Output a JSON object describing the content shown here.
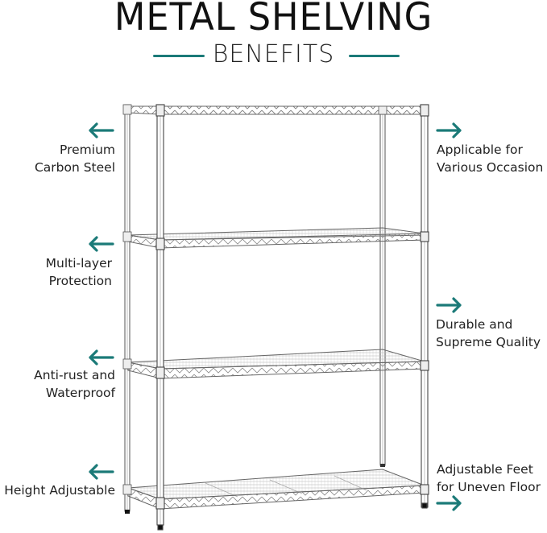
{
  "header": {
    "title": "METAL SHELVING",
    "subtitle": "BENEFITS"
  },
  "colors": {
    "accent": "#1b7a78",
    "text": "#222222",
    "metal": "#555555"
  },
  "product": {
    "name": "4-tier metal wire shelving unit",
    "tiers": 4
  },
  "callouts": {
    "left": [
      {
        "line1": "Premium",
        "line2": "Carbon Steel",
        "icon": "arrow-left-icon"
      },
      {
        "line1": "Multi-layer",
        "line2": "Protection",
        "icon": "arrow-left-icon"
      },
      {
        "line1": "Anti-rust and",
        "line2": "Waterproof",
        "icon": "arrow-left-icon"
      },
      {
        "line1": "Height Adjustable",
        "line2": "",
        "icon": "arrow-left-icon"
      }
    ],
    "right": [
      {
        "line1": "Applicable for",
        "line2": "Various Occasion",
        "icon": "arrow-right-icon"
      },
      {
        "line1": "Durable and",
        "line2": "Supreme Quality",
        "icon": "arrow-right-icon"
      },
      {
        "line1": "Adjustable Feet",
        "line2": "for Uneven Floor",
        "icon": "arrow-right-icon"
      }
    ]
  }
}
